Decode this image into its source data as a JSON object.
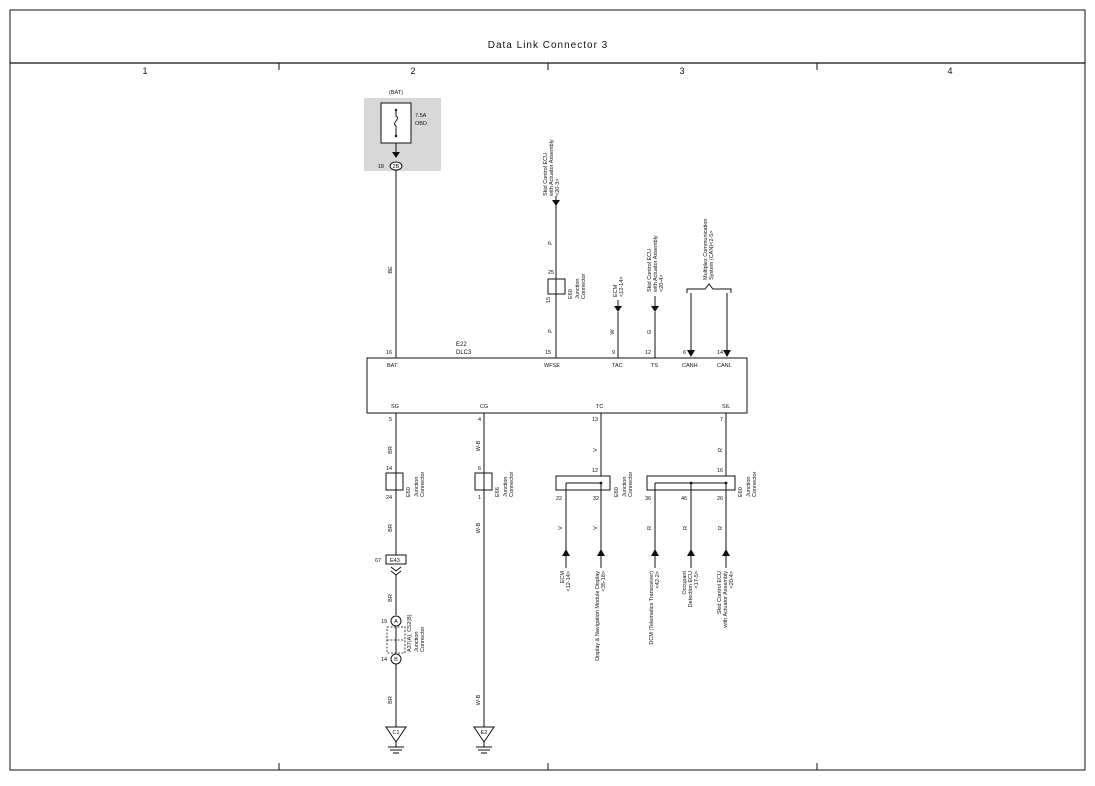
{
  "header": {
    "title": "Data Link Connector 3"
  },
  "columns": [
    "1",
    "2",
    "3",
    "4"
  ],
  "fuse": {
    "source": "(BAT)",
    "rating": "7.5A",
    "name": "OBD",
    "pin_num": "18",
    "pin_label": "2B"
  },
  "dlc": {
    "id": "E22",
    "name": "DLC3",
    "top_pins": [
      {
        "num": "16",
        "label": "BAT"
      },
      {
        "num": "15",
        "label": "WFSE"
      },
      {
        "num": "9",
        "label": "TAC"
      },
      {
        "num": "12",
        "label": "TS"
      },
      {
        "num": "6",
        "label": "CANH"
      },
      {
        "num": "14",
        "label": "CANL"
      }
    ],
    "bottom_pins": [
      {
        "num": "5",
        "label": "SG"
      },
      {
        "num": "4",
        "label": "CG"
      },
      {
        "num": "13",
        "label": "TC"
      },
      {
        "num": "7",
        "label": "SIL"
      }
    ]
  },
  "wires": {
    "bat": "BE",
    "wfse_top": "P",
    "wfse_bot": "P",
    "tac": "W",
    "ts": "G",
    "sg1": "BR",
    "sg2": "BR",
    "sg3": "BR",
    "sg4": "BR",
    "cg1": "W-B",
    "cg2": "W-B",
    "cg3": "W-B",
    "tc1": "V",
    "tc2": "V",
    "tc3": "V",
    "sil1": "R",
    "sil2": "R",
    "sil3": "R",
    "sil4": "R"
  },
  "junctions": {
    "e60_wfse": {
      "pin_top": "25",
      "pin_bot": "15",
      "id": "E60",
      "label": "Junction\nConnector"
    },
    "e60_sg": {
      "pin_top": "14",
      "pin_bot": "24",
      "id": "E60",
      "label": "Junction\nConnector"
    },
    "e66_cg": {
      "pin_top": "6",
      "pin_bot": "1",
      "id": "E66",
      "label": "Junction\nConnector"
    },
    "e60_tc": {
      "pin_top": "12",
      "pin_l": "22",
      "pin_r": "32",
      "id": "E60",
      "label": "Junction\nConnector"
    },
    "e60_sil": {
      "pin_top": "16",
      "pin_l": "36",
      "pin_m": "46",
      "pin_r": "26",
      "id": "E60",
      "label": "Junction\nConnector"
    },
    "a37": {
      "pin_top": "19",
      "pin_bot": "14",
      "letter_top": "A",
      "letter_bot": "B",
      "id": "A37(A), C52(B)",
      "label": "Junction\nConnector"
    }
  },
  "connector_e43": {
    "pin": "67",
    "label": "E43"
  },
  "grounds": [
    {
      "label": "C1"
    },
    {
      "label": "E2"
    }
  ],
  "destinations": {
    "wfse": "Skid Control ECU\nwith Actuator Assembly\n<20-3>",
    "tac": "ECM\n<12-14>",
    "ts": "Skid Control ECU\nwith Actuator Assembly\n<20-4>",
    "can": "Multiplex Communication\nSystem (CAN)<2-5>",
    "tc_ecm": "ECM\n<12-14>",
    "tc_display": "Display & Navigation Module Display\n<35-18>",
    "sil_dcm": "DCM (Telematics Transceiver)\n<42-2>",
    "sil_occupant": "Occupant\nDetection ECU\n<17-5>",
    "sil_skid": "Skid Control ECU\nwith Actuator Assembly\n<20-4>"
  }
}
